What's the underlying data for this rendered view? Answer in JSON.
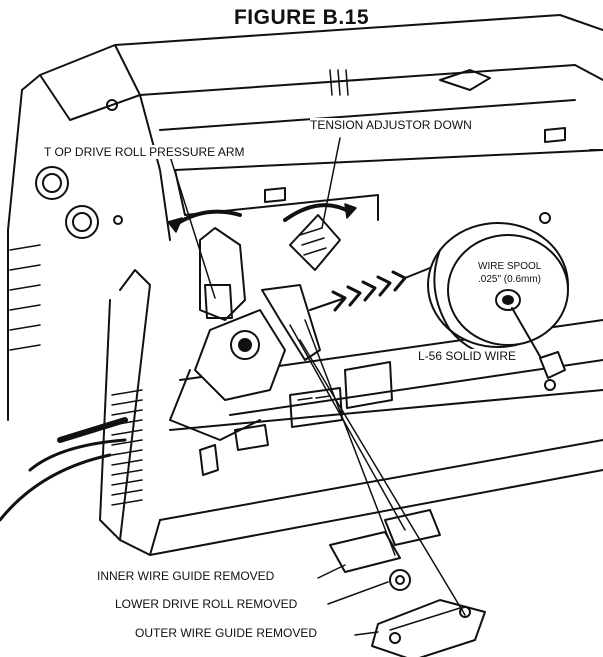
{
  "figure": {
    "title": "FIGURE B.15",
    "callouts": {
      "top_drive_roll_pressure_arm": "T OP DRIVE ROLL PRESSURE ARM",
      "tension_adjustor": "TENSION ADJUSTOR DOWN",
      "wire_spool_line1": "WIRE SPOOL",
      "wire_spool_line2": ".025\" (0.6mm)",
      "solid_wire": "L-56 SOLID WIRE",
      "inner_wire_guide": "INNER WIRE GUIDE REMOVED",
      "lower_drive_roll": "LOWER DRIVE ROLL REMOVED",
      "outer_wire_guide": "OUTER WIRE GUIDE REMOVED"
    },
    "colors": {
      "ink": "#111111",
      "paper": "#ffffff",
      "shade": "#d9d9d9"
    }
  }
}
